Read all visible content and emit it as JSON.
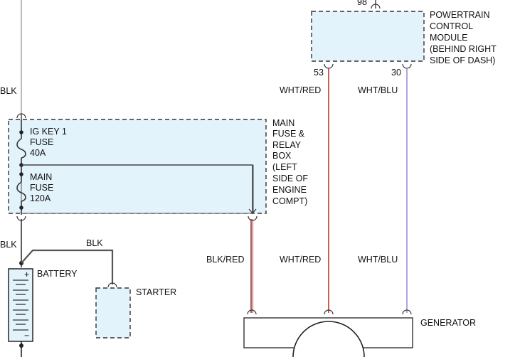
{
  "pcm": {
    "pin_top": "98",
    "label_lines": [
      "POWERTRAIN",
      "CONTROL",
      "MODULE",
      "(BEHIND RIGHT",
      "SIDE OF DASH)"
    ],
    "pin_53": "53",
    "pin_30": "30"
  },
  "fusebox": {
    "label_lines": [
      "MAIN",
      "FUSE &",
      "RELAY",
      "BOX",
      "(LEFT",
      "SIDE OF",
      "ENGINE",
      "COMPT)"
    ],
    "fuse1_lines": [
      "IG KEY 1",
      "FUSE",
      "40A"
    ],
    "fuse2_lines": [
      "MAIN",
      "FUSE",
      "120A"
    ]
  },
  "wires": {
    "blk_top": "BLK",
    "blk_left_bottom": "BLK",
    "blk_starter": "BLK",
    "wht_red_upper": "WHT/RED",
    "wht_blu_upper": "WHT/BLU",
    "blk_red": "BLK/RED",
    "wht_red_lower": "WHT/RED",
    "wht_blu_lower": "WHT/BLU"
  },
  "components": {
    "battery": "BATTERY",
    "battery_plus": "+",
    "battery_minus": "−",
    "starter": "STARTER",
    "generator": "GENERATOR"
  },
  "colors": {
    "wire_black": "#333333",
    "wire_red": "#c0392b",
    "wire_blue": "#9b8fd6",
    "wire_gray": "#aaaaaa",
    "box_fill": "#e3f3fb"
  }
}
